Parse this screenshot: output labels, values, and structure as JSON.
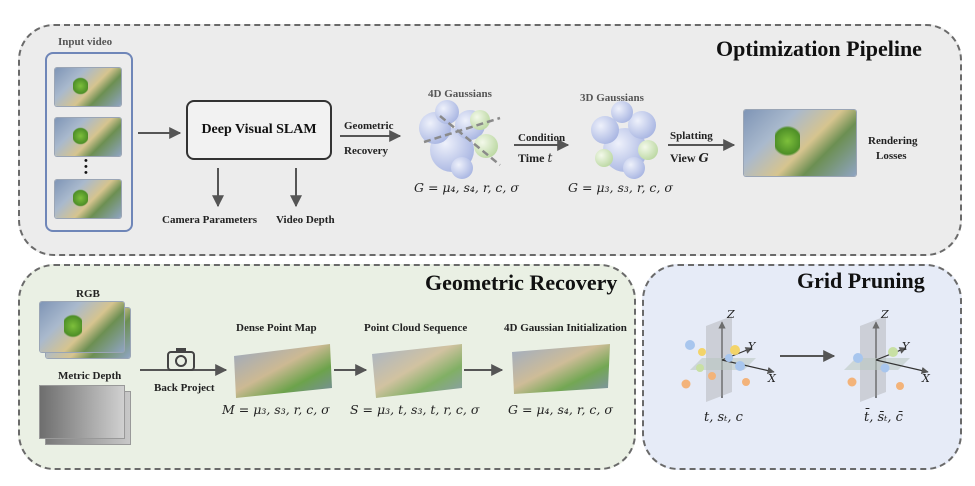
{
  "optimization": {
    "title": "Optimization Pipeline",
    "input_video_label": "Input video",
    "slam_label": "Deep Visual SLAM",
    "camera_params": "Camera Parameters",
    "video_depth": "Video Depth",
    "geometric_recovery_label": [
      "Geometric",
      "Recovery"
    ],
    "g4_title": "4D Gaussians",
    "g4_formula": "G = μ₄, s₄, r, c, σ",
    "condition_label": "Condition",
    "time_label": "Time",
    "time_symbol": "t",
    "g3_title": "3D Gaussians",
    "g3_formula": "G = μ₃, s₃, r, c, σ",
    "splatting_label": "Splatting",
    "view_label": "View",
    "view_symbol": "G",
    "rendering_losses": [
      "Rendering",
      "Losses"
    ]
  },
  "geometric": {
    "title": "Geometric Recovery",
    "rgb_label": "RGB",
    "metric_depth_label": "Metric Depth",
    "back_project": "Back Project",
    "dense_title": "Dense Point Map",
    "dense_formula": "M = μ₃, s₃, r, c, σ",
    "pcs_title": "Point Cloud Sequence",
    "pcs_formula": "S = μ₃, t, s₃, t, r, c, σ",
    "init_title": "4D Gaussian Initialization",
    "init_formula": "G = μ₄, s₄, r, c, σ"
  },
  "grid": {
    "title": "Grid Pruning",
    "left_caption": "t, sₜ, c",
    "right_caption": "t̄, s̄ₜ, c̄",
    "axis_x": "X",
    "axis_y": "Y",
    "axis_z": "Z"
  }
}
